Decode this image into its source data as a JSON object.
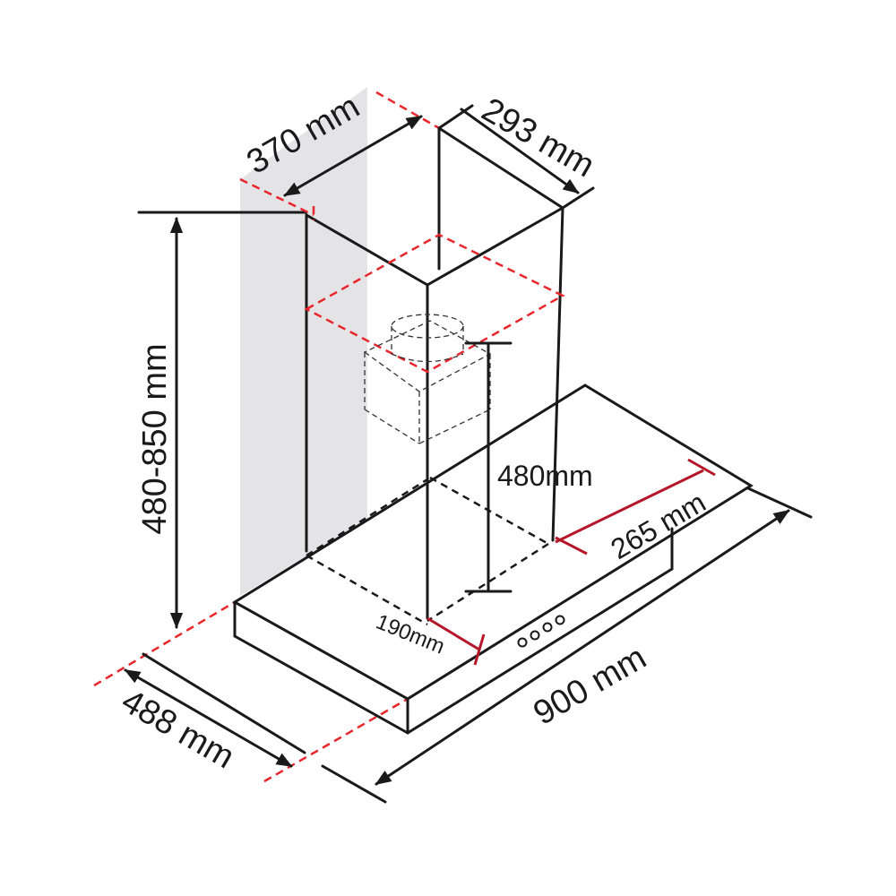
{
  "title": "Range hood dimension diagram",
  "dimensions": {
    "chimney_width": "370 mm",
    "chimney_depth": "293 mm",
    "chimney_height": "480-850 mm",
    "canopy_depth": "488 mm",
    "canopy_width": "900 mm",
    "front_offset": "265 mm",
    "canopy_to_outlet": "480mm",
    "side_offset": "190mm"
  },
  "colors": {
    "line": "#1a1a1a",
    "red_dim": "#b5172a",
    "red_dashed": "#e8262b",
    "wall": "#e4e4e6"
  }
}
